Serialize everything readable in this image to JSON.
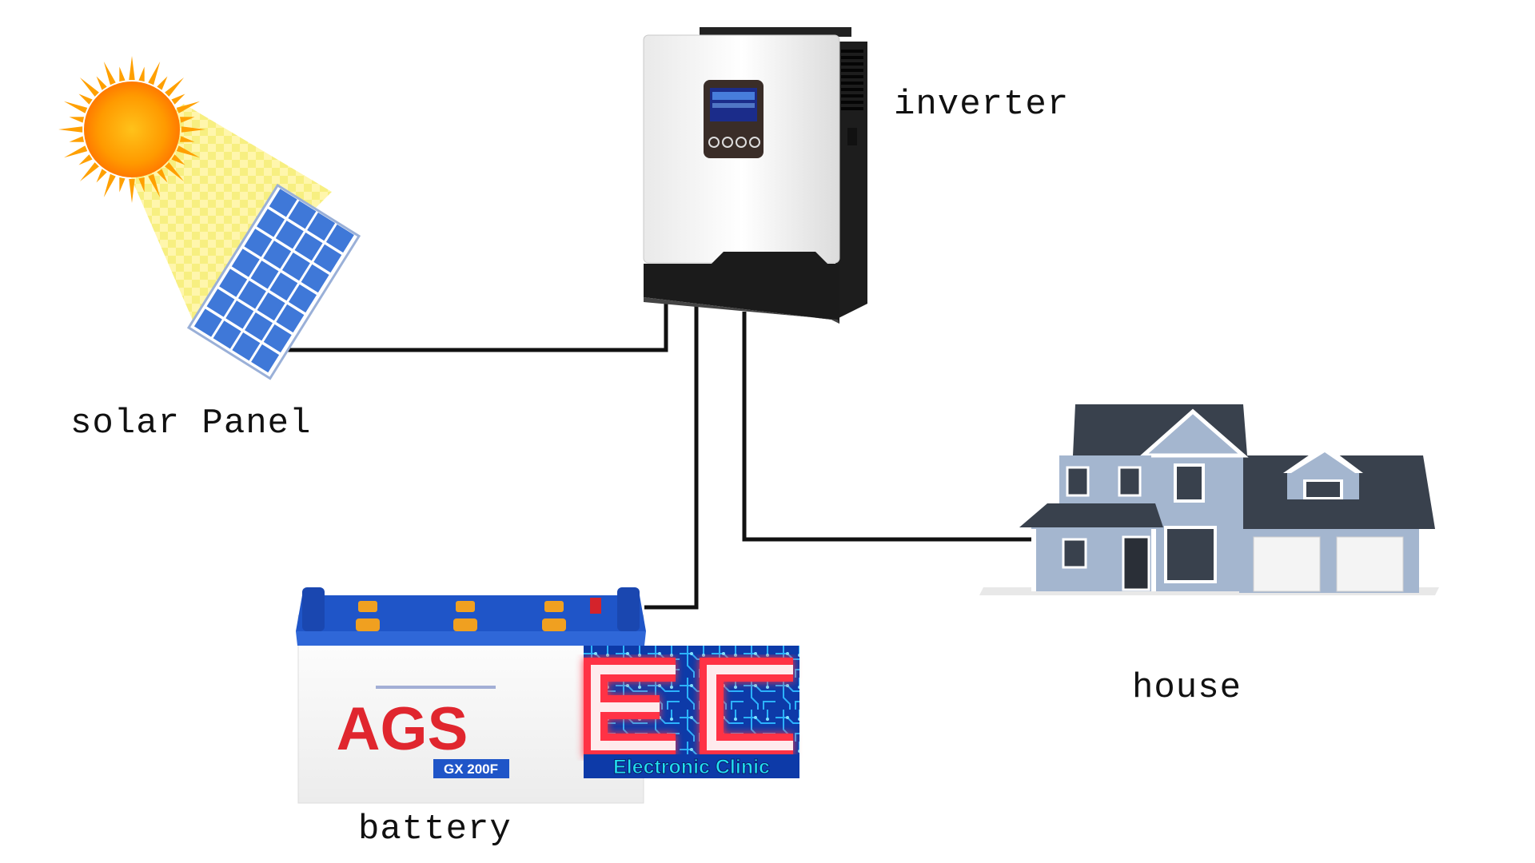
{
  "labels": {
    "solar_panel": "solar Panel",
    "inverter": "inverter",
    "house": "house",
    "battery": "battery"
  },
  "battery_brand": {
    "brand": "AGS",
    "model": "GX 200F"
  },
  "watermark": {
    "logo_letters": "EC",
    "text": "Electronic Clinic"
  },
  "colors": {
    "wire": "#111111",
    "sun": "#ffaa00",
    "panel_cell": "#3f78d8",
    "battery_blue": "#1f55c8",
    "brand_red": "#e0262e",
    "house_siding": "#9fb3cf",
    "roof": "#3b4350",
    "logo_cyan": "#22e0f0"
  },
  "icons": [
    "sun-icon",
    "solar-panel-icon",
    "inverter-icon",
    "house-icon",
    "battery-icon"
  ]
}
